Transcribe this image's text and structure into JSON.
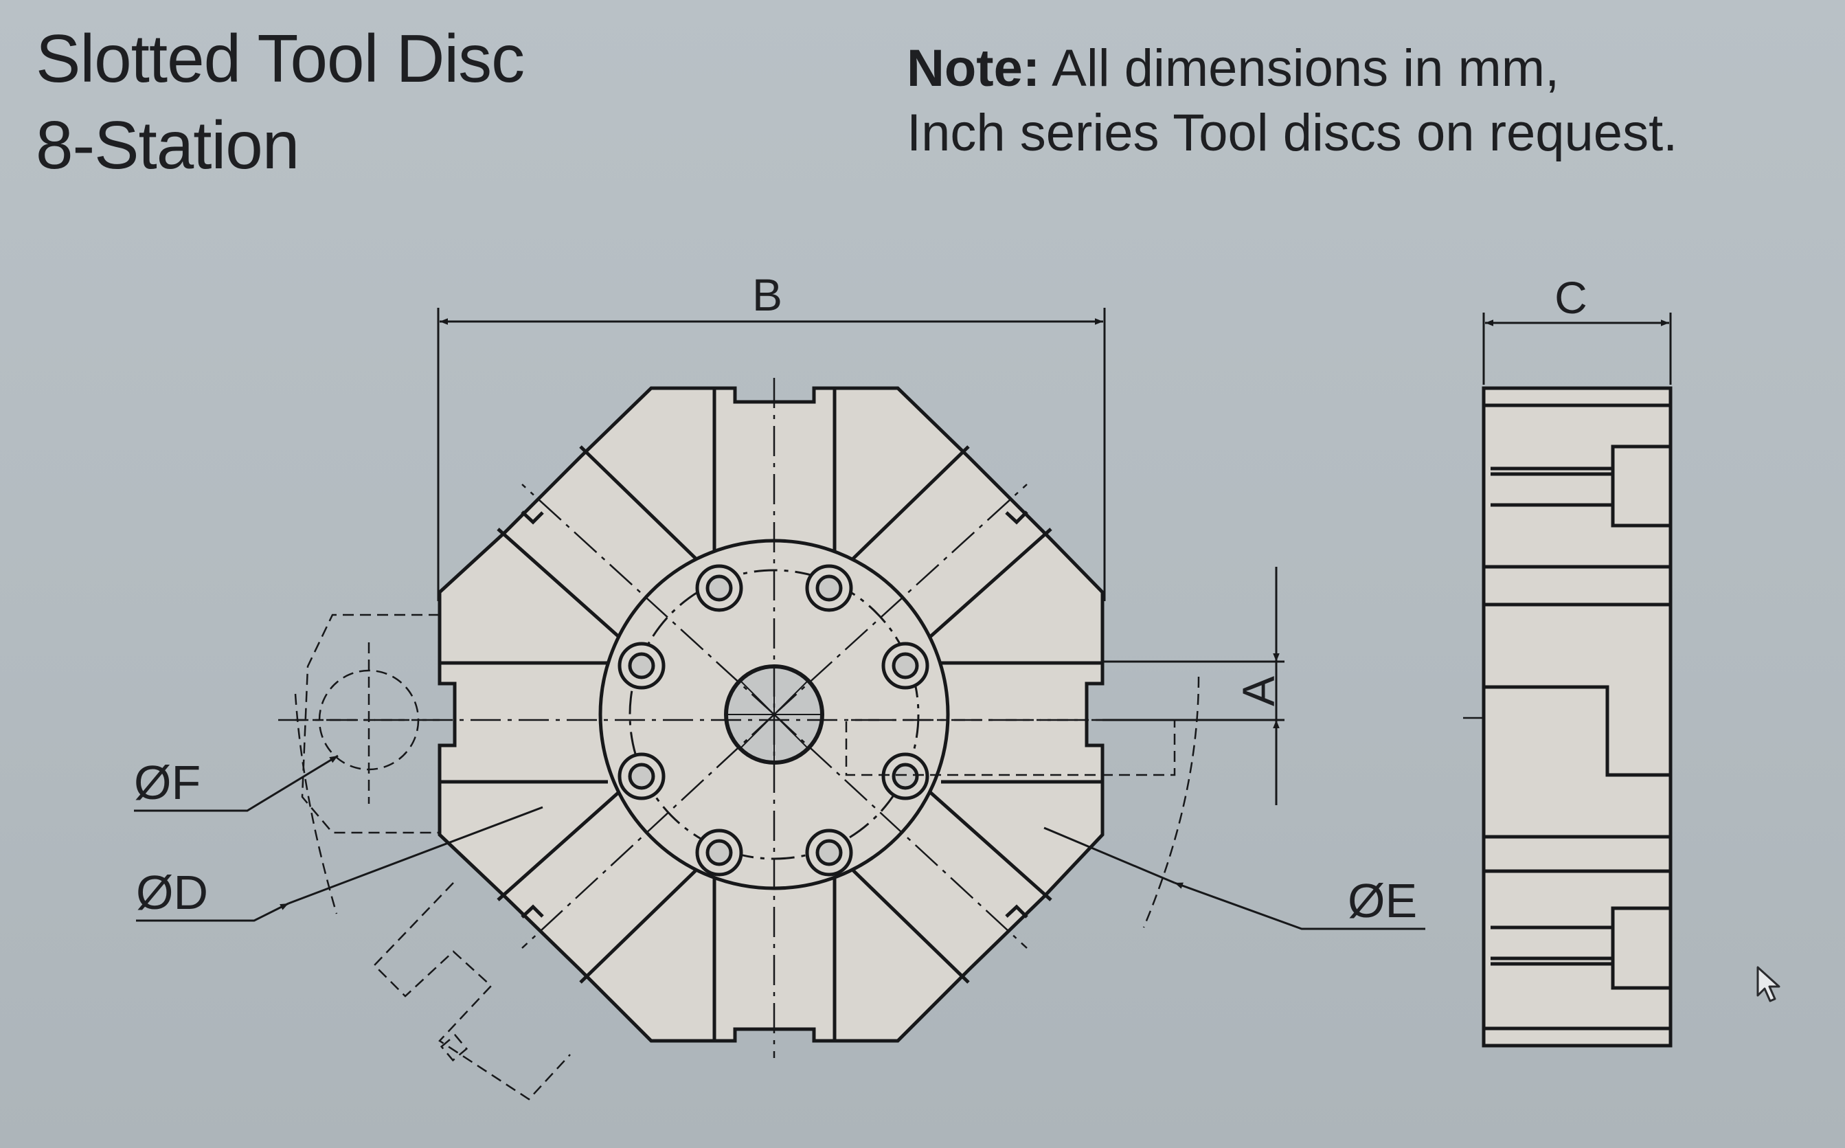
{
  "header": {
    "title_line1": "Slotted Tool Disc",
    "title_line2": "8-Station",
    "note_label": "Note:",
    "note_line1": "All dimensions  in mm,",
    "note_line2": "Inch series Tool discs on request."
  },
  "drawing": {
    "labels": {
      "a": "A",
      "b": "B",
      "c": "C",
      "d": "ØD",
      "e": "ØE",
      "f": "ØF"
    }
  },
  "colors": {
    "background": "#b6bec3",
    "part_fill": "#d9d6d0",
    "line": "#17181a"
  },
  "icons": [
    "mouse-pointer-icon"
  ]
}
